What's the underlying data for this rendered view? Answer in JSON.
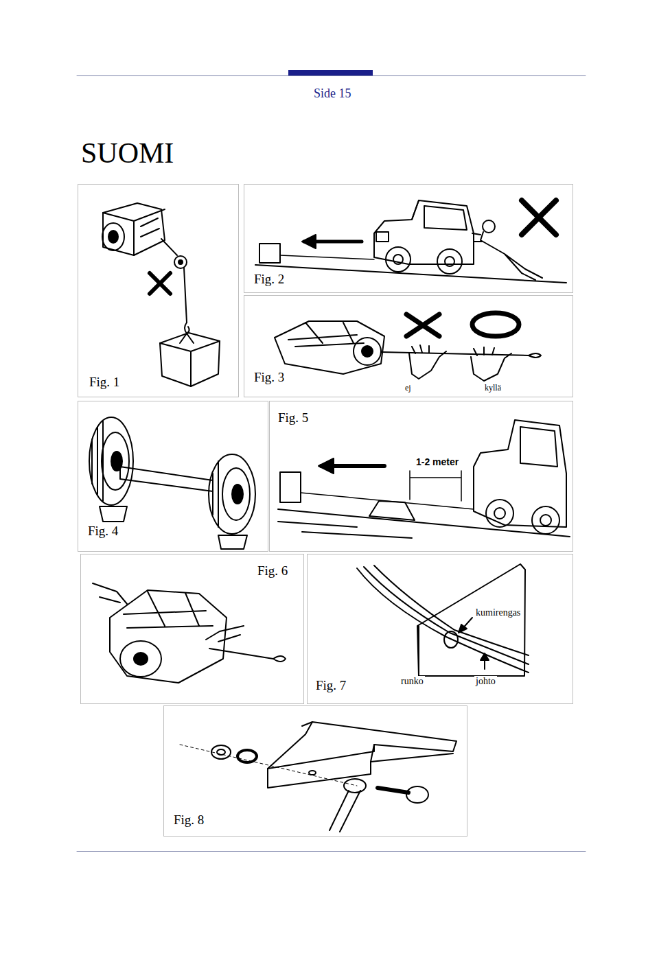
{
  "diagram": {
    "title": "SUOMI",
    "nodes": [
      {
        "text": [
          "Fig. 1"
        ]
      },
      {
        "text": [
          "Fig. 2"
        ]
      },
      {
        "text": [
          "Fig. 3"
        ]
      },
      {
        "text": [
          "Fig. 4"
        ]
      },
      {
        "text": [
          "Fig. 5"
        ]
      },
      {
        "text": [
          "Fig. 6"
        ]
      },
      {
        "text": [
          "Fig. 7"
        ]
      },
      {
        "text": [
          "Fig. 8"
        ]
      }
    ],
    "labels": [
      "Side 15",
      "ej",
      "kyllä",
      "1-2 meter",
      "kumirengas",
      "runko",
      "johto"
    ]
  }
}
